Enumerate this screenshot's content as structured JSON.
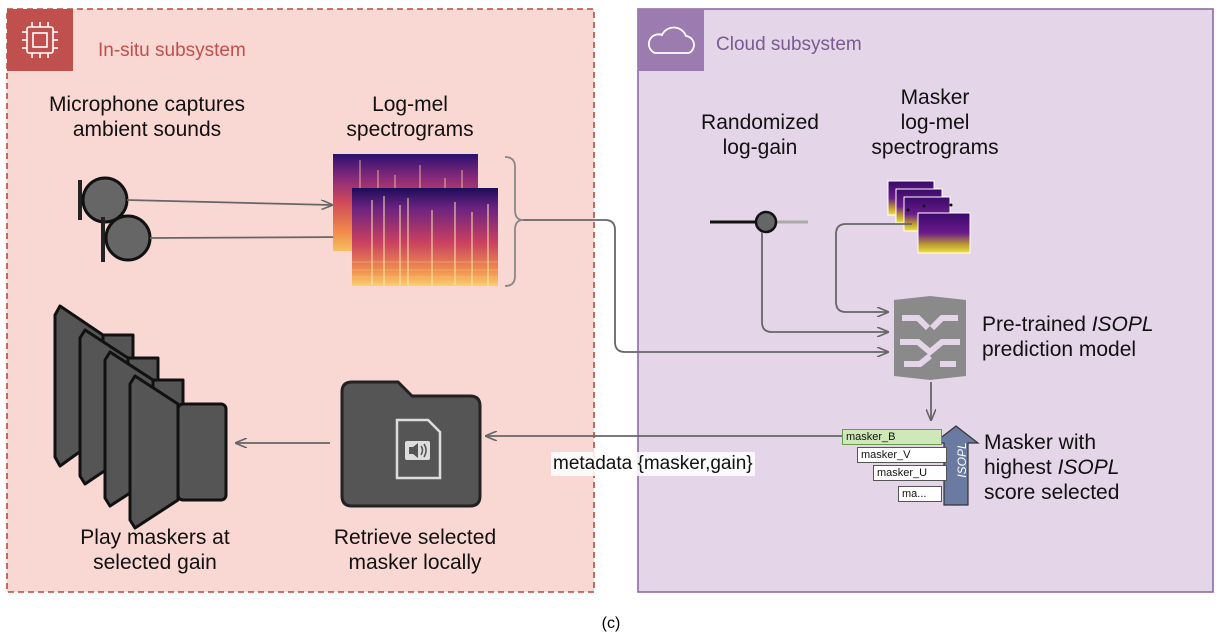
{
  "in_situ": {
    "title": "In-situ subsystem",
    "microphone_label": [
      "Microphone captures",
      "ambient sounds"
    ],
    "spectrogram_label": [
      "Log-mel",
      "spectrograms"
    ],
    "play_label": [
      "Play maskers at",
      "selected gain"
    ],
    "retrieve_label": [
      "Retrieve selected",
      "masker locally"
    ]
  },
  "cloud": {
    "title": "Cloud subsystem",
    "gain_label": [
      "Randomized",
      "log-gain"
    ],
    "masker_spec_label": [
      "Masker",
      "log-mel",
      "spectrograms"
    ],
    "model_label_line1_pre": "Pre-trained ",
    "model_label_line1_em": "ISOPL",
    "model_label_line2": "prediction model",
    "selected_line1": "Masker with",
    "selected_line2_pre": "highest ",
    "selected_line2_em": "ISOPL",
    "selected_line3": "score selected",
    "ranking_axis": "ISOPL",
    "masker_list": [
      "masker_B",
      "masker_V",
      "masker_U",
      "ma..."
    ]
  },
  "metadata_label": "metadata {masker,gain}",
  "caption": "(c)",
  "colors": {
    "in_situ_bg": "#f9d7d3",
    "in_situ_border": "#b84a3d",
    "in_situ_header": "#c0504d",
    "cloud_bg": "#e5d5e9",
    "cloud_border": "#8e6aa6",
    "cloud_header": "#9b7bb0",
    "arrow": "#666666",
    "icon_dark": "#555555"
  }
}
